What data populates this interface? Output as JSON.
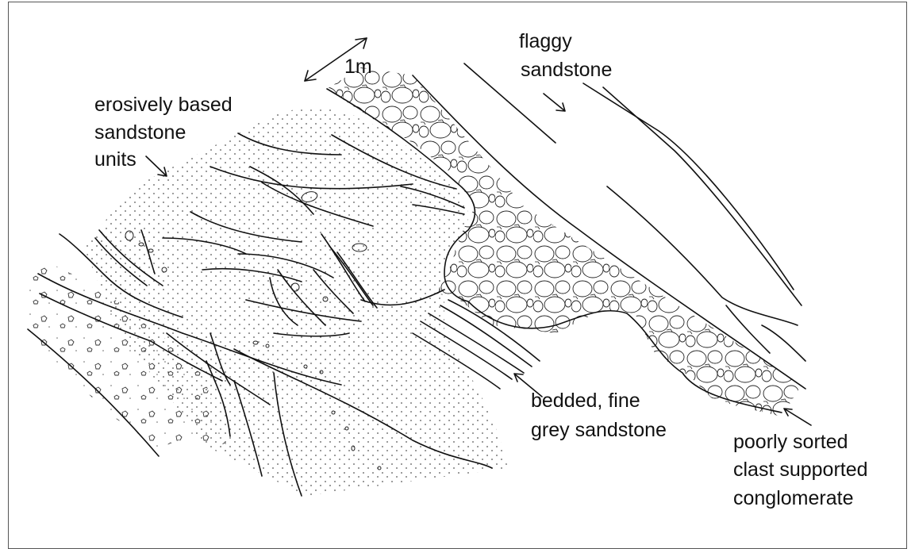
{
  "labels": {
    "scale": "1m",
    "flaggy_1": "flaggy",
    "flaggy_2": "sandstone",
    "erosive_1": "erosively based",
    "erosive_2": "sandstone",
    "erosive_3": "units",
    "bedded_1": "bedded, fine",
    "bedded_2": "grey sandstone",
    "poorly_1": "poorly sorted",
    "poorly_2": "clast supported",
    "poorly_3": "conglomerate"
  },
  "colors": {
    "ink": "#111111",
    "stipple": "#555555",
    "background": "#ffffff"
  }
}
